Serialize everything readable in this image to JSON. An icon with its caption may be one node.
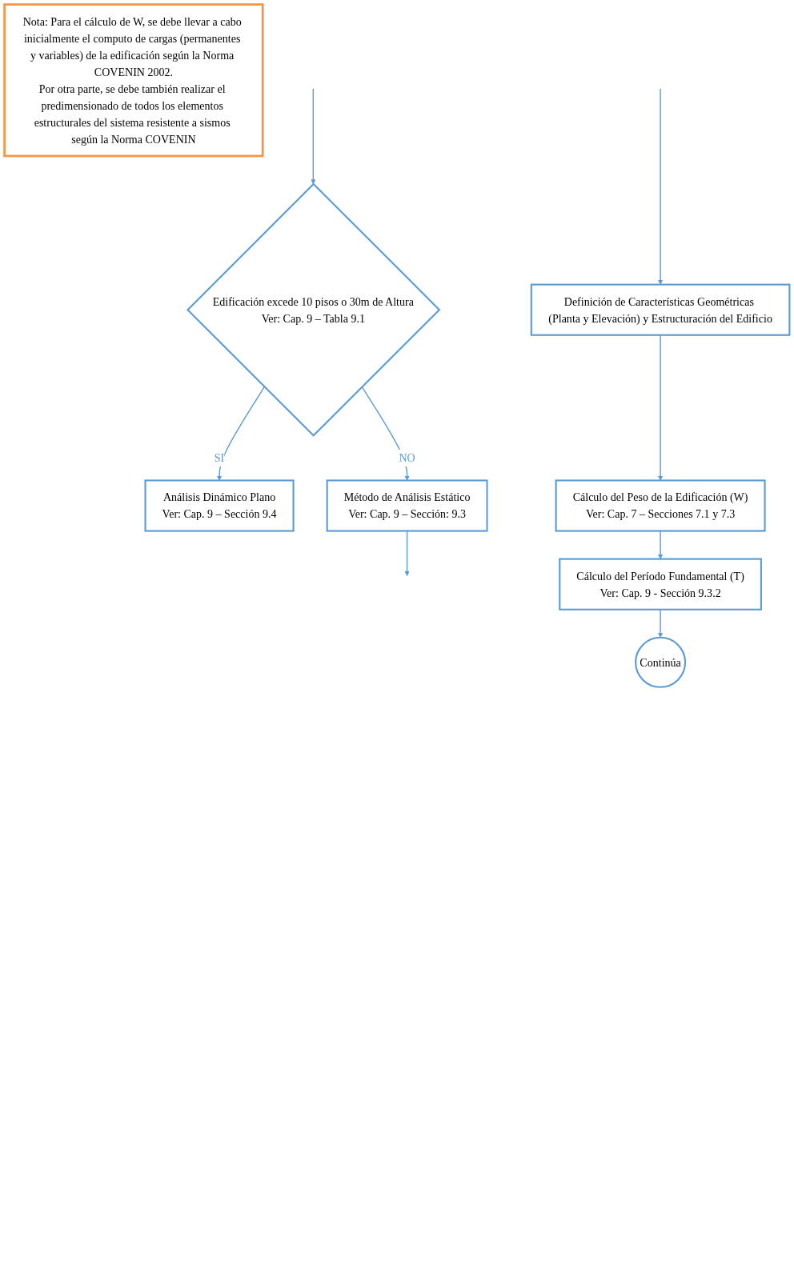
{
  "diagram": {
    "nodes": [
      {
        "text": [
          "Edificación excede 10 pisos o 30m de Altura",
          "Ver: Cap. 9 – Tabla 9.1"
        ]
      },
      {
        "text": [
          "Análisis Dinámico Plano",
          "Ver: Cap. 9 – Sección 9.4"
        ]
      },
      {
        "text": [
          "Método de Análisis Estático",
          "Ver: Cap. 9 – Sección: 9.3"
        ]
      },
      {
        "text": [
          "Definición de Características Geométricas (Planta y Elevación) y Estructuración del Edificio"
        ]
      },
      {
        "text": [
          "Cálculo del Peso de la Edificación (W)",
          "Ver: Cap. 7 – Secciones 7.1 y 7.3"
        ]
      },
      {
        "text": [
          "Cálculo del Período Fundamental (T)",
          "Ver: Cap. 9 - Sección 9.3.2"
        ]
      },
      {
        "text": [
          "Continúa"
        ]
      },
      {
        "text": [
          "Nota: Para el cálculo de W, se debe llevar a cabo inicialmente el computo de cargas (permanentes y variables) de la edificación según la Norma COVENIN 2002.",
          "Por otra parte, se debe también realizar el predimensionado de todos los elementos estructurales del sistema resistente a sismos según la Norma COVENIN"
        ]
      }
    ],
    "edges": [
      {
        "from": null,
        "to": 0,
        "arrow": "to"
      },
      {
        "from": 0,
        "to": 1,
        "arrow": "to",
        "label": "SI"
      },
      {
        "from": 0,
        "to": 2,
        "arrow": "to",
        "label": "NO"
      },
      {
        "from": 2,
        "to": null,
        "arrow": "to"
      },
      {
        "from": null,
        "to": 3,
        "arrow": "to"
      },
      {
        "from": 3,
        "to": 4,
        "arrow": "to"
      },
      {
        "from": 4,
        "to": 5,
        "arrow": "to"
      },
      {
        "from": 5,
        "to": 6,
        "arrow": "to"
      }
    ]
  }
}
